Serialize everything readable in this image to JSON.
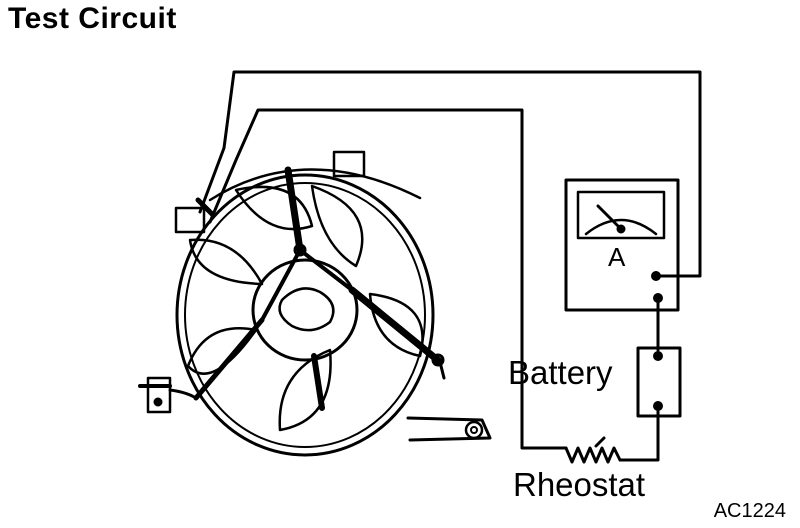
{
  "title": "Test Circuit",
  "labels": {
    "battery": "Battery",
    "rheostat": "Rheostat",
    "ammeter": "A"
  },
  "figure_code": "AC1224",
  "components": {
    "fan": "fan-motor-assembly",
    "ammeter": "ammeter",
    "battery": "battery",
    "rheostat": "rheostat"
  }
}
